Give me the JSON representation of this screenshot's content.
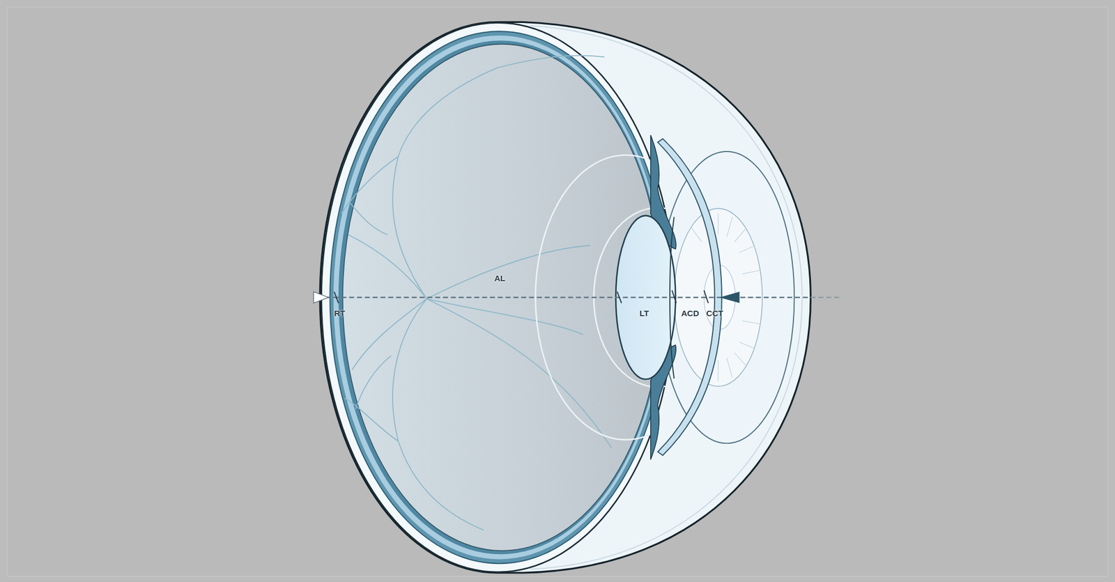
{
  "diagram": {
    "labels": [
      "AL",
      "RT",
      "LT",
      "ACD",
      "CCT"
    ]
  }
}
